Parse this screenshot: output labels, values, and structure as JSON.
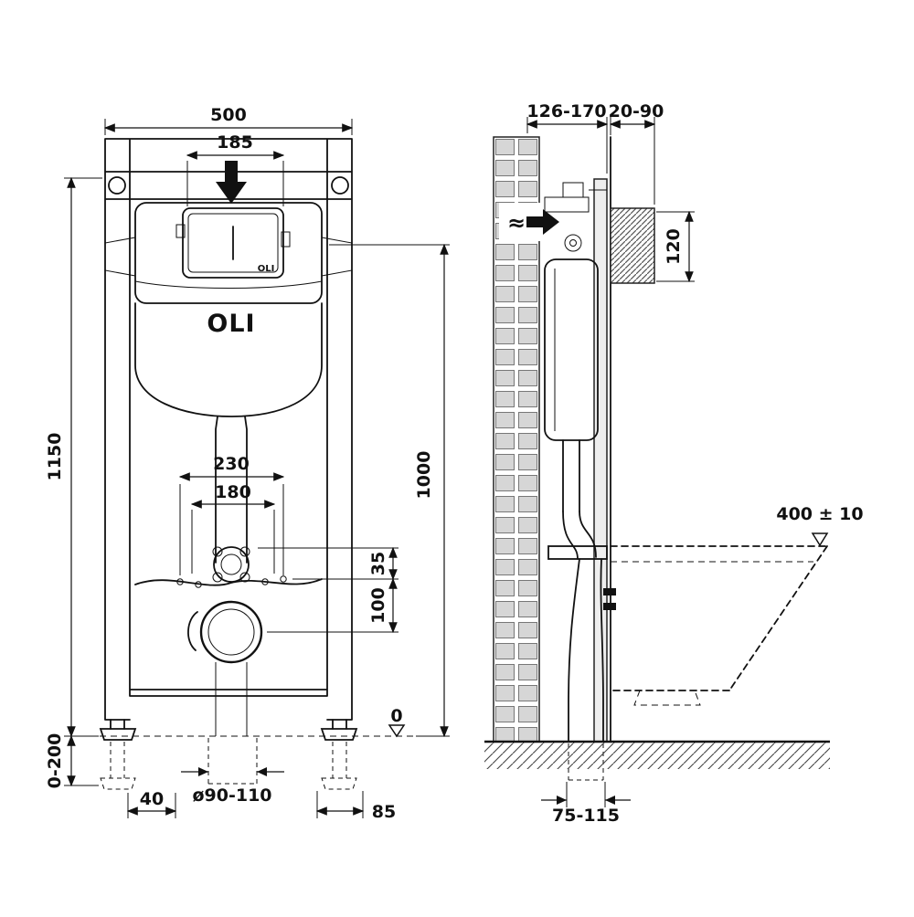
{
  "drawing": {
    "front": {
      "width": "500",
      "button_plate_width": "185",
      "frame_height": "1150",
      "install_height": "1000",
      "fixing_span_outer": "230",
      "fixing_span_inner": "180",
      "offset_small": "35",
      "offset_outlet": "100",
      "floor_level": "0",
      "leg_adjustment": "0-200",
      "left_offset": "40",
      "outlet_diameter": "ø90-110",
      "right_offset": "85",
      "logo": "OLI",
      "logo_small": "OLI"
    },
    "side": {
      "frame_depth": "126-170",
      "wall_finish_depth": "20-90",
      "top_clearance": "120",
      "bowl_height": "400 ± 10",
      "drain_distance": "75-115",
      "water_inlet_symbol": "≈"
    }
  }
}
